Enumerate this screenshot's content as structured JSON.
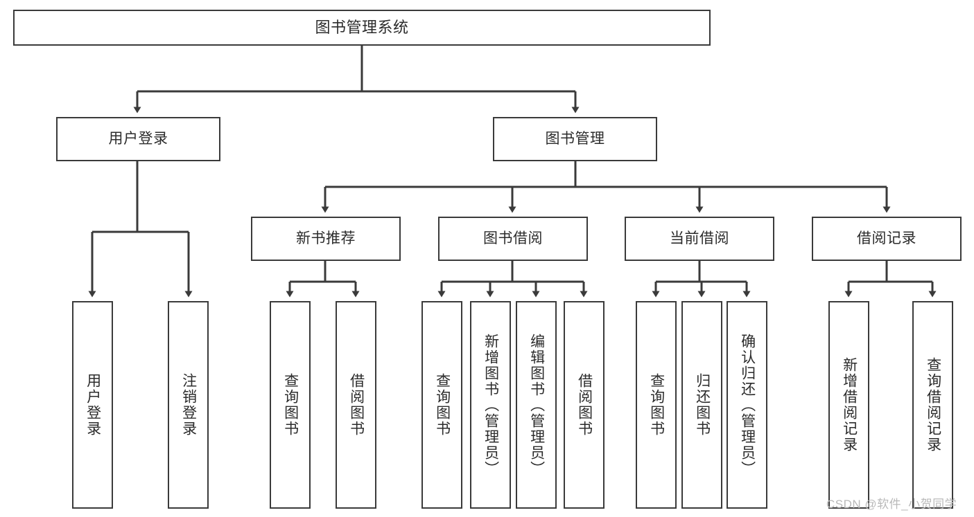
{
  "diagram": {
    "title": "图书管理系统",
    "type": "tree-hierarchy",
    "watermark": "CSDN @软件_小贺同学",
    "colors": {
      "stroke": "#3a3a3a",
      "text": "#2b2b2b",
      "background": "#ffffff",
      "watermark": "#b9b9b9"
    },
    "nodes": {
      "root": {
        "label": "图书管理系统"
      },
      "level2": [
        {
          "label": "用户登录"
        },
        {
          "label": "图书管理"
        }
      ],
      "level3": [
        {
          "label": "新书推荐"
        },
        {
          "label": "图书借阅"
        },
        {
          "label": "当前借阅"
        },
        {
          "label": "借阅记录"
        }
      ],
      "leaves_user_login": [
        {
          "label": "用户登录"
        },
        {
          "label": "注销登录"
        }
      ],
      "leaves_new_book": [
        {
          "label": "查询图书"
        },
        {
          "label": "借阅图书"
        }
      ],
      "leaves_book_borrow": [
        {
          "label": "查询图书"
        },
        {
          "label": "新增图书（管理员）"
        },
        {
          "label": "编辑图书（管理员）"
        },
        {
          "label": "借阅图书"
        }
      ],
      "leaves_current_borrow": [
        {
          "label": "查询图书"
        },
        {
          "label": "归还图书"
        },
        {
          "label": "确认归还（管理员）"
        }
      ],
      "leaves_borrow_record": [
        {
          "label": "新增借阅记录"
        },
        {
          "label": "查询借阅记录"
        }
      ]
    }
  }
}
